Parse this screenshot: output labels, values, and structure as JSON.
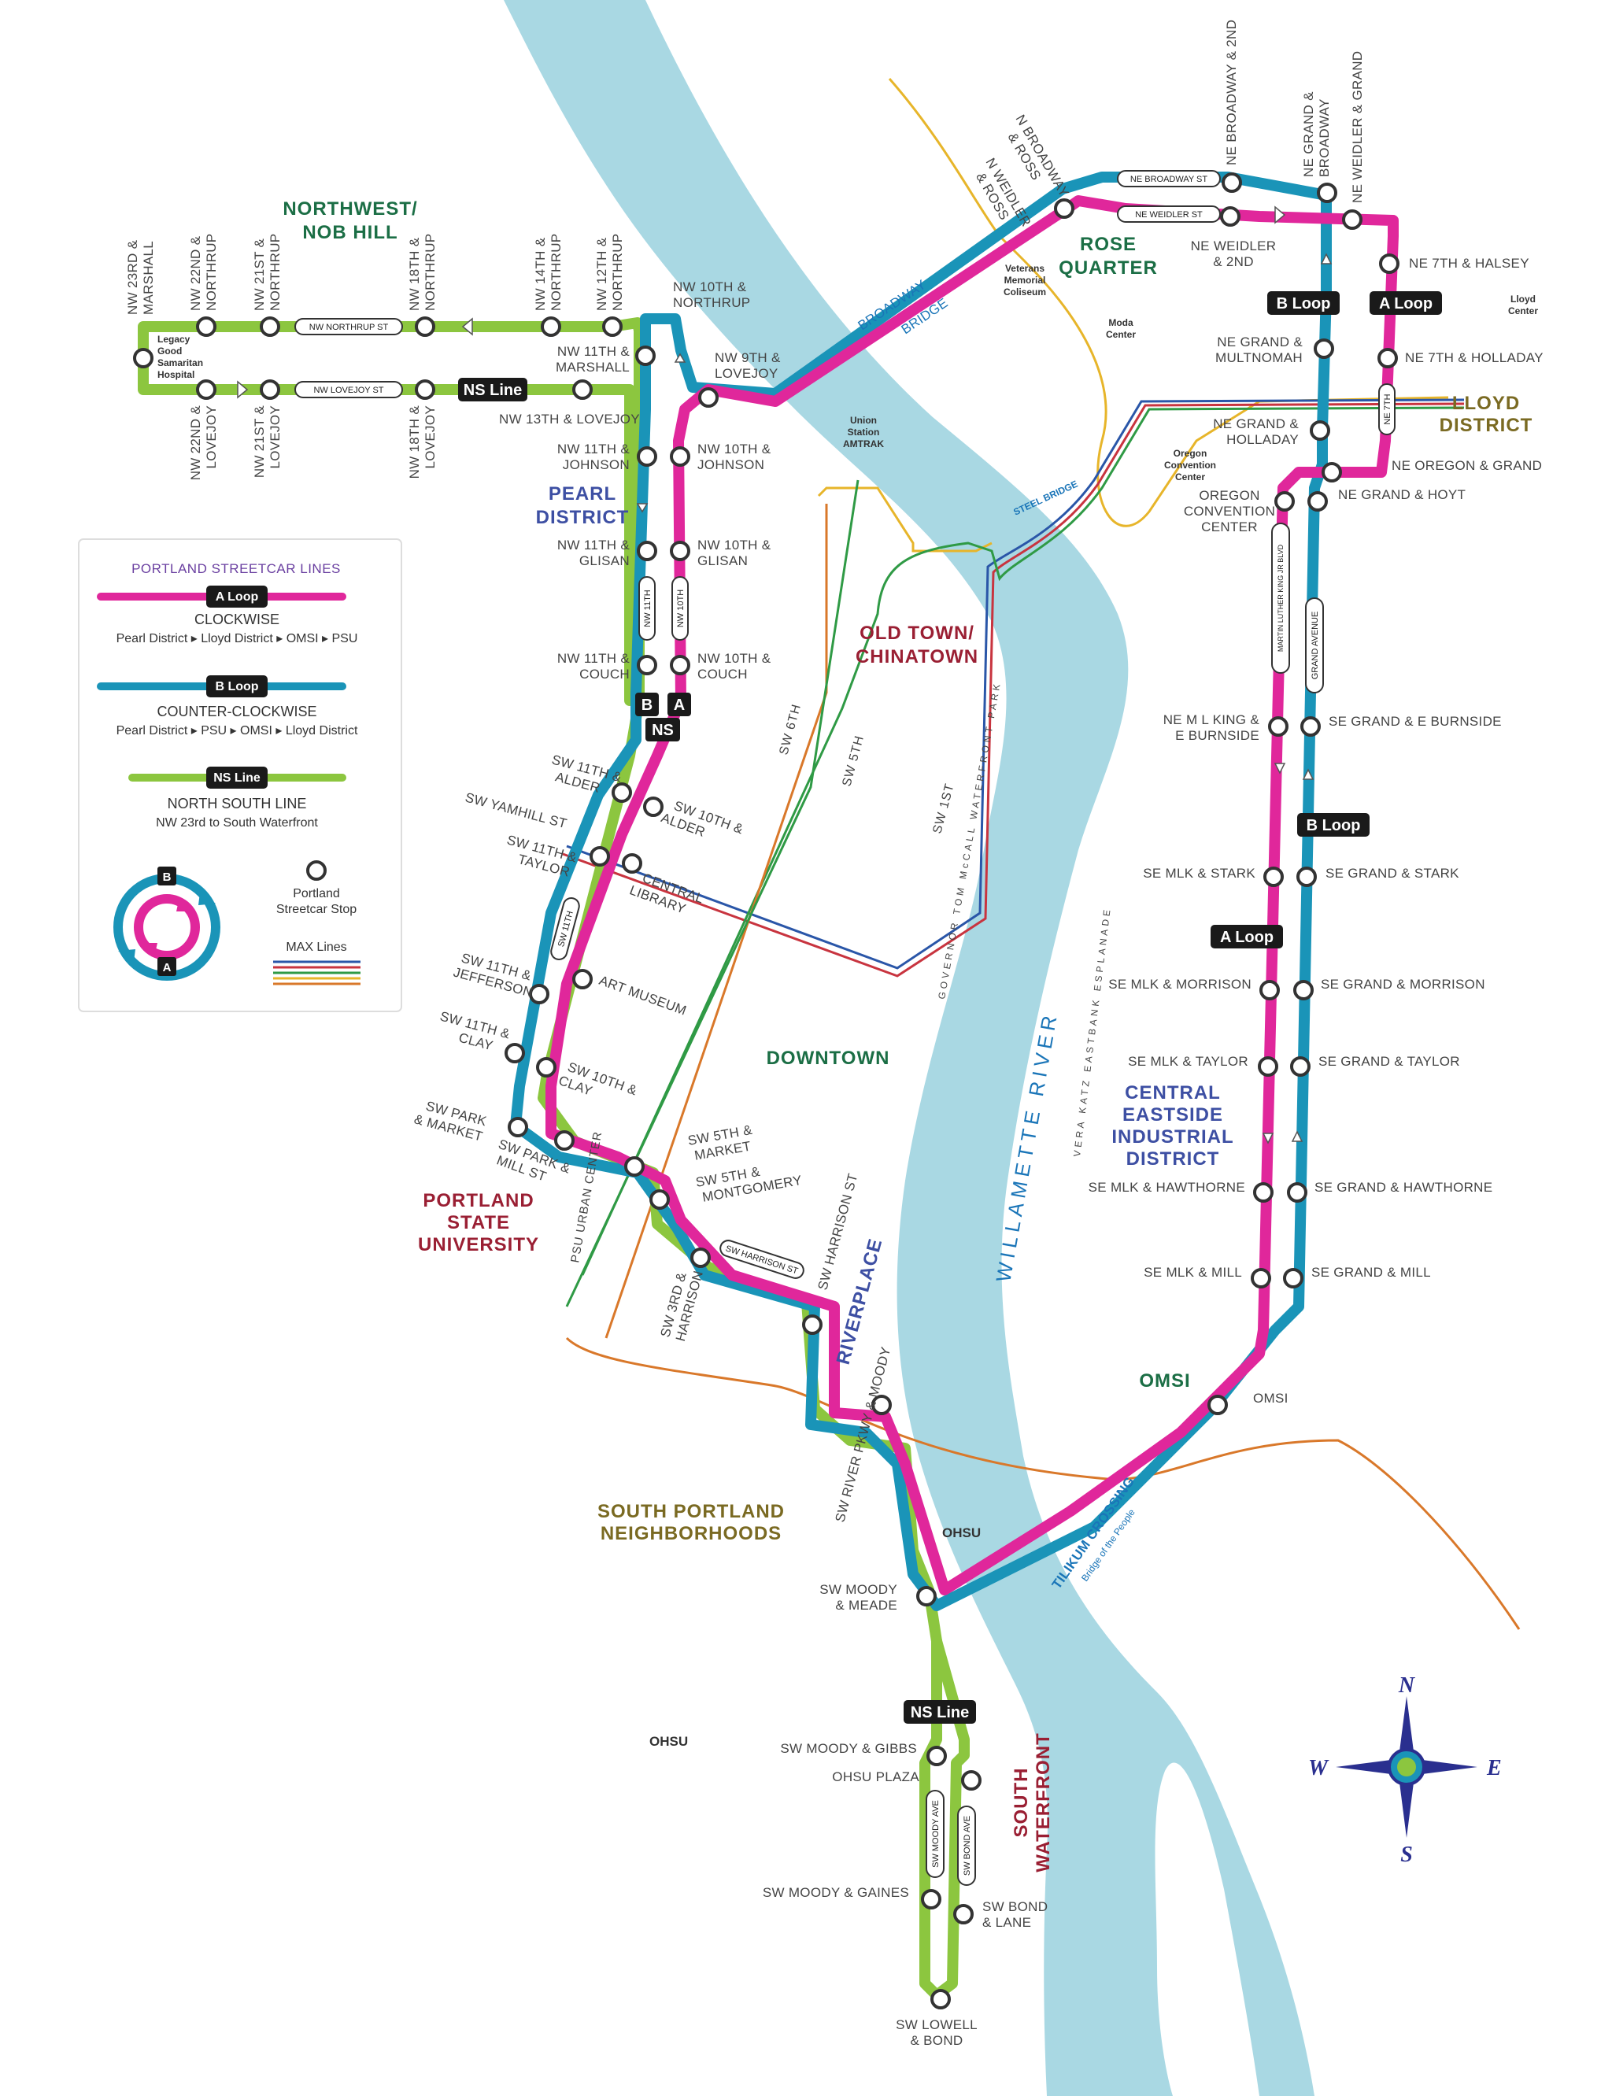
{
  "colors": {
    "a_loop": "#e0279b",
    "b_loop": "#1a94b8",
    "ns_line": "#8cc63f",
    "river": "#a9d8e3",
    "river_text": "#1a75b8",
    "district_green": "#1b6e45",
    "district_blue": "#3d4fa3",
    "district_red": "#9a1f33",
    "district_olive": "#7a6a22",
    "max_blue": "#2a56a8",
    "max_red": "#c8343f",
    "max_green": "#2f9a45",
    "max_yellow": "#e7b52a",
    "max_orange": "#d9782a"
  },
  "legend": {
    "title": "PORTLAND STREETCAR LINES",
    "a_badge": "A Loop",
    "a_desc": "CLOCKWISE",
    "a_route": "Pearl District ▸ Lloyd District ▸ OMSI ▸ PSU",
    "b_badge": "B Loop",
    "b_desc": "COUNTER-CLOCKWISE",
    "b_route": "Pearl District ▸ PSU ▸ OMSI ▸ Lloyd District",
    "ns_badge": "NS Line",
    "ns_desc": "NORTH SOUTH LINE",
    "ns_route": "NW 23rd to South Waterfront",
    "stop_label_1": "Portland",
    "stop_label_2": "Streetcar Stop",
    "max_label": "MAX Lines",
    "ring_b": "B",
    "ring_a": "A"
  },
  "districts": {
    "northwest_1": "NORTHWEST/",
    "northwest_2": "NOB HILL",
    "pearl_1": "PEARL",
    "pearl_2": "DISTRICT",
    "oldtown_1": "OLD TOWN/",
    "oldtown_2": "CHINATOWN",
    "rose_1": "ROSE",
    "rose_2": "QUARTER",
    "lloyd_1": "LLOYD",
    "lloyd_2": "DISTRICT",
    "downtown": "DOWNTOWN",
    "psu_1": "PORTLAND",
    "psu_2": "STATE",
    "psu_3": "UNIVERSITY",
    "riverplace": "RIVERPLACE",
    "ceid_1": "CENTRAL",
    "ceid_2": "EASTSIDE",
    "ceid_3": "INDUSTRIAL",
    "ceid_4": "DISTRICT",
    "omsi": "OMSI",
    "south_portland_1": "SOUTH PORTLAND",
    "south_portland_2": "NEIGHBORHOODS",
    "south_waterfront_1": "SOUTH",
    "south_waterfront_2": "WATERFRONT"
  },
  "landmarks": {
    "legacy_1": "Legacy",
    "legacy_2": "Good",
    "legacy_3": "Samaritan",
    "legacy_4": "Hospital",
    "veterans_1": "Veterans",
    "veterans_2": "Memorial",
    "veterans_3": "Coliseum",
    "moda_1": "Moda",
    "moda_2": "Center",
    "lloyd_center_1": "Lloyd",
    "lloyd_center_2": "Center",
    "occ_1": "Oregon",
    "occ_2": "Convention",
    "occ_3": "Center",
    "union_1": "Union",
    "union_2": "Station",
    "union_3": "AMTRAK",
    "ohsu_1": "OHSU",
    "ohsu_2": "OHSU"
  },
  "streets": {
    "sw_6th": "SW 6TH",
    "sw_5th": "SW 5TH",
    "sw_1st": "SW 1ST",
    "waterfront_park": "GOVERNOR TOM McCALL WATERFRONT PARK",
    "esplanade": "VERA KATZ EASTBANK ESPLANADE",
    "broadway_bridge": "BROADWAY",
    "broadway_bridge_2": "BRIDGE",
    "steel_bridge": "STEEL BRIDGE",
    "tilikum": "TILIKUM CROSSING",
    "tilikum_sub": "Bridge of the People",
    "river": "WILLAMETTE RIVER",
    "sw_yamhill": "SW YAMHILL ST",
    "sw_harrison_st": "SW HARRISON ST",
    "sw_river_pkwy": "SW RIVER PKWY & MOODY",
    "psu_urban": "PSU URBAN CENTER"
  },
  "pills": {
    "nw_northrup": "NW NORTHRUP ST",
    "nw_lovejoy": "NW LOVEJOY ST",
    "ne_broadway": "NE BROADWAY ST",
    "ne_weidler": "NE WEIDLER ST",
    "nw_11th": "NW 11TH",
    "nw_10th": "NW 10TH",
    "sw_11th": "SW 11TH",
    "sw_harrison": "SW HARRISON ST",
    "ne_7th": "NE 7TH",
    "mlk": "MARTIN LUTHER KING JR BLVD",
    "grand": "GRAND AVENUE",
    "sw_moody": "SW MOODY AVE",
    "sw_bond": "SW BOND AVE"
  },
  "badges": {
    "ns_nw": "NS Line",
    "b_pearl": "B",
    "a_pearl": "A",
    "ns_pearl": "NS",
    "b_lloyd": "B Loop",
    "a_lloyd": "A Loop",
    "b_east": "B Loop",
    "a_east": "A Loop",
    "ns_south": "NS Line"
  },
  "stops": {
    "nw23_1": "NW 23RD &",
    "nw23_2": "MARSHALL",
    "nw22n_1": "NW 22ND &",
    "nw22n_2": "NORTHRUP",
    "nw21n_1": "NW 21ST &",
    "nw21n_2": "NORTHRUP",
    "nw18n_1": "NW 18TH &",
    "nw18n_2": "NORTHRUP",
    "nw14n_1": "NW 14TH &",
    "nw14n_2": "NORTHRUP",
    "nw12n_1": "NW 12TH &",
    "nw12n_2": "NORTHRUP",
    "nw10n_1": "NW 10TH &",
    "nw10n_2": "NORTHRUP",
    "nw22l_1": "NW 22ND &",
    "nw22l_2": "LOVEJOY",
    "nw21l_1": "NW 21ST &",
    "nw21l_2": "LOVEJOY",
    "nw18l_1": "NW 18TH &",
    "nw18l_2": "LOVEJOY",
    "nw13l": "NW 13TH & LOVEJOY",
    "nw11m_1": "NW 11TH &",
    "nw11m_2": "MARSHALL",
    "nw9l_1": "NW 9TH &",
    "nw9l_2": "LOVEJOY",
    "nw11j_1": "NW 11TH &",
    "nw11j_2": "JOHNSON",
    "nw10j_1": "NW 10TH &",
    "nw10j_2": "JOHNSON",
    "nw11g_1": "NW 11TH &",
    "nw11g_2": "GLISAN",
    "nw10g_1": "NW 10TH &",
    "nw10g_2": "GLISAN",
    "nw11c_1": "NW 11TH &",
    "nw11c_2": "COUCH",
    "nw10c_1": "NW 10TH &",
    "nw10c_2": "COUCH",
    "sw11a_1": "SW 11TH &",
    "sw11a_2": "ALDER",
    "sw10a_1": "SW 10TH &",
    "sw10a_2": "ALDER",
    "sw11t_1": "SW 11TH &",
    "sw11t_2": "TAYLOR",
    "cl_1": "CENTRAL",
    "cl_2": "LIBRARY",
    "sw11j_1": "SW 11TH &",
    "sw11j_2": "JEFFERSON",
    "am": "ART MUSEUM",
    "sw11c_1": "SW 11TH &",
    "sw11c_2": "CLAY",
    "sw10c_1": "SW 10TH &",
    "sw10c_2": "CLAY",
    "swpm_1": "SW PARK",
    "swpm_2": "& MARKET",
    "swpk_1": "SW PARK &",
    "swpk_2": "MILL ST",
    "sw5m_1": "SW 5TH &",
    "sw5m_2": "MARKET",
    "sw5mo_1": "SW 5TH &",
    "sw5mo_2": "MONTGOMERY",
    "sw3h_1": "SW 3RD &",
    "sw3h_2": "HARRISON",
    "swh": "SW HARRISON ST",
    "swmm_1": "SW MOODY",
    "swmm_2": "& MEADE",
    "swmg": "SW MOODY & GIBBS",
    "ohsup": "OHSU PLAZA",
    "swmga": "SW MOODY & GAINES",
    "swbl_1": "SW BOND",
    "swbl_2": "& LANE",
    "swlb_1": "SW LOWELL",
    "swlb_2": "& BOND",
    "nbr_1": "N BROADWAY",
    "nbr_2": "& ROSS",
    "nwr_1": "N WEIDLER",
    "nwr_2": "& ROSS",
    "neb2": "NE BROADWAY & 2ND",
    "negb_1": "NE GRAND &",
    "negb_2": "BROADWAY",
    "newg": "NE WEIDLER & GRAND",
    "new2_1": "NE WEIDLER",
    "new2_2": "& 2ND",
    "ne7h": "NE 7TH & HALSEY",
    "negm_1": "NE GRAND &",
    "negm_2": "MULTNOMAH",
    "ne7ho": "NE 7TH & HOLLADAY",
    "negh_1": "NE GRAND &",
    "negh_2": "HOLLADAY",
    "neog": "NE OREGON & GRAND",
    "occs_1": "OREGON",
    "occs_2": "CONVENTION",
    "occs_3": "CENTER",
    "negho": "NE GRAND & HOYT",
    "nemlk_1": "NE M L KING &",
    "nemlk_2": "E BURNSIDE",
    "segb": "SE GRAND & E BURNSIDE",
    "semlks": "SE MLK & STARK",
    "segs": "SE GRAND & STARK",
    "semlkm": "SE MLK & MORRISON",
    "segm": "SE GRAND & MORRISON",
    "semlkt": "SE MLK & TAYLOR",
    "segt": "SE GRAND & TAYLOR",
    "semlkh": "SE MLK & HAWTHORNE",
    "segh": "SE GRAND & HAWTHORNE",
    "semlkmi": "SE MLK & MILL",
    "segmi": "SE GRAND & MILL",
    "omsi": "OMSI"
  },
  "compass": {
    "n": "N",
    "s": "S",
    "e": "E",
    "w": "W"
  }
}
